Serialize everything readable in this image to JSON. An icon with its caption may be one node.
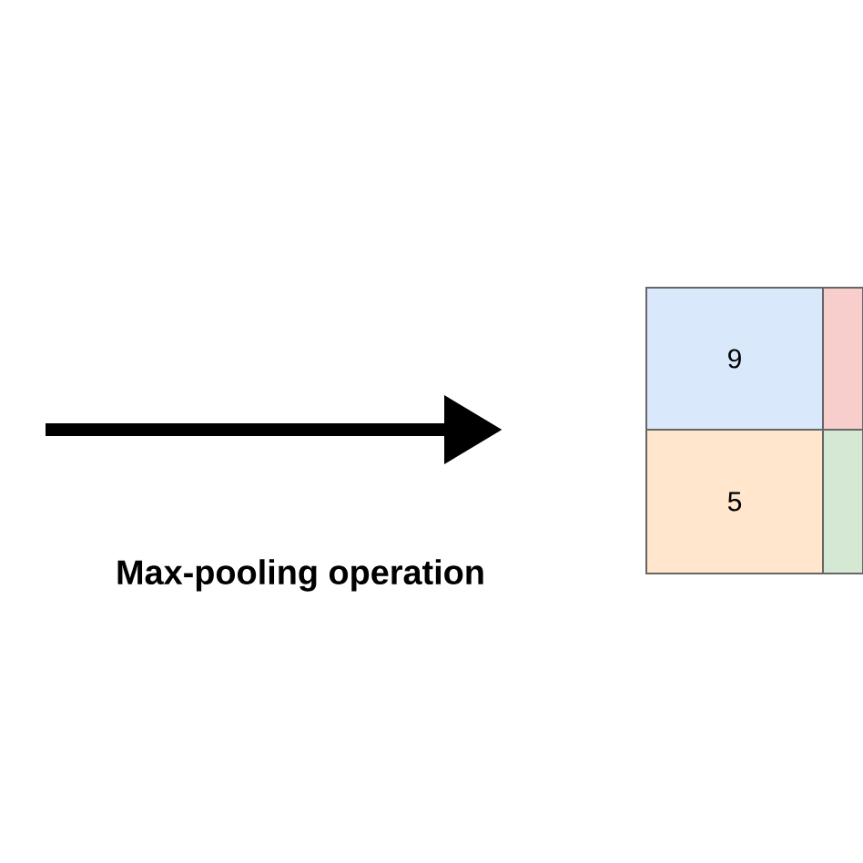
{
  "diagram": {
    "nodes": [
      {
        "text": [
          "9"
        ]
      },
      {
        "text": [],
        "shape": "box"
      },
      {
        "text": [
          "5"
        ]
      },
      {
        "text": [],
        "shape": "box"
      }
    ],
    "labels": [
      "Max-pooling operation"
    ]
  }
}
